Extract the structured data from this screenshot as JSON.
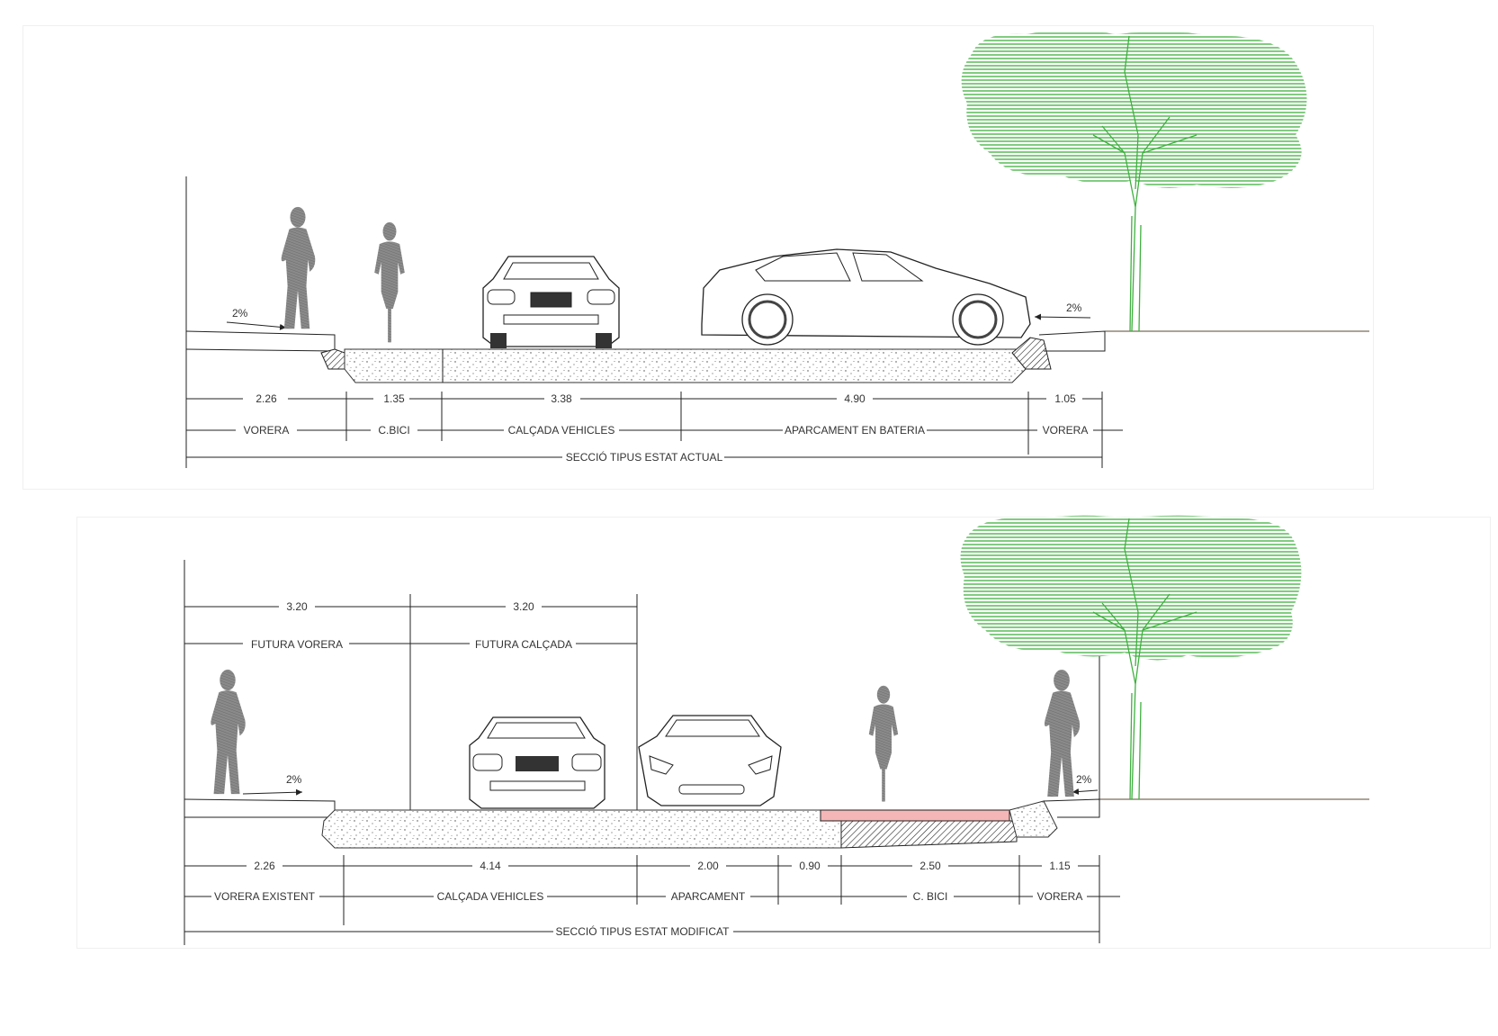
{
  "section_current": {
    "title": "SECCIÓ TIPUS ESTAT ACTUAL",
    "slope_left": "2%",
    "slope_right": "2%",
    "dimensions": [
      "2.26",
      "1.35",
      "3.38",
      "4.90",
      "1.05"
    ],
    "zones": [
      "VORERA",
      "C.BICI",
      "CALÇADA VEHICLES",
      "APARCAMENT EN BATERIA",
      "VORERA"
    ]
  },
  "section_modified": {
    "title": "SECCIÓ TIPUS ESTAT MODIFICAT",
    "slope_left": "2%",
    "slope_right": "2%",
    "future_dimensions": [
      "3.20",
      "3.20"
    ],
    "future_zones": [
      "FUTURA VORERA",
      "FUTURA CALÇADA"
    ],
    "dimensions": [
      "2.26",
      "4.14",
      "2.00",
      "0.90",
      "2.50",
      "1.15"
    ],
    "zones": [
      "VORERA EXISTENT",
      "CALÇADA VEHICLES",
      "APARCAMENT",
      "C. BICI",
      "VORERA"
    ]
  },
  "colors": {
    "tree": "#3fb03f",
    "bike_lane": "#f4b6b6",
    "silhouette": "#7a7a7a"
  }
}
